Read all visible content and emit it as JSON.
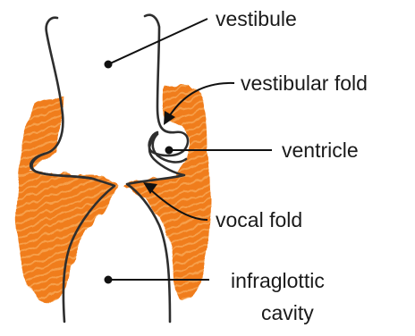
{
  "labels": {
    "vestibule": "vestibule",
    "vestibular_fold": "vestibular fold",
    "ventricle": "ventricle",
    "vocal_fold": "vocal fold",
    "infraglottic_line1": "infraglottic",
    "infraglottic_line2": "cavity"
  },
  "colors": {
    "tissue": "#f07d1e",
    "tissue_light": "#f6a04c",
    "outline": "#2e2e2e",
    "text": "#1a1a1a"
  }
}
